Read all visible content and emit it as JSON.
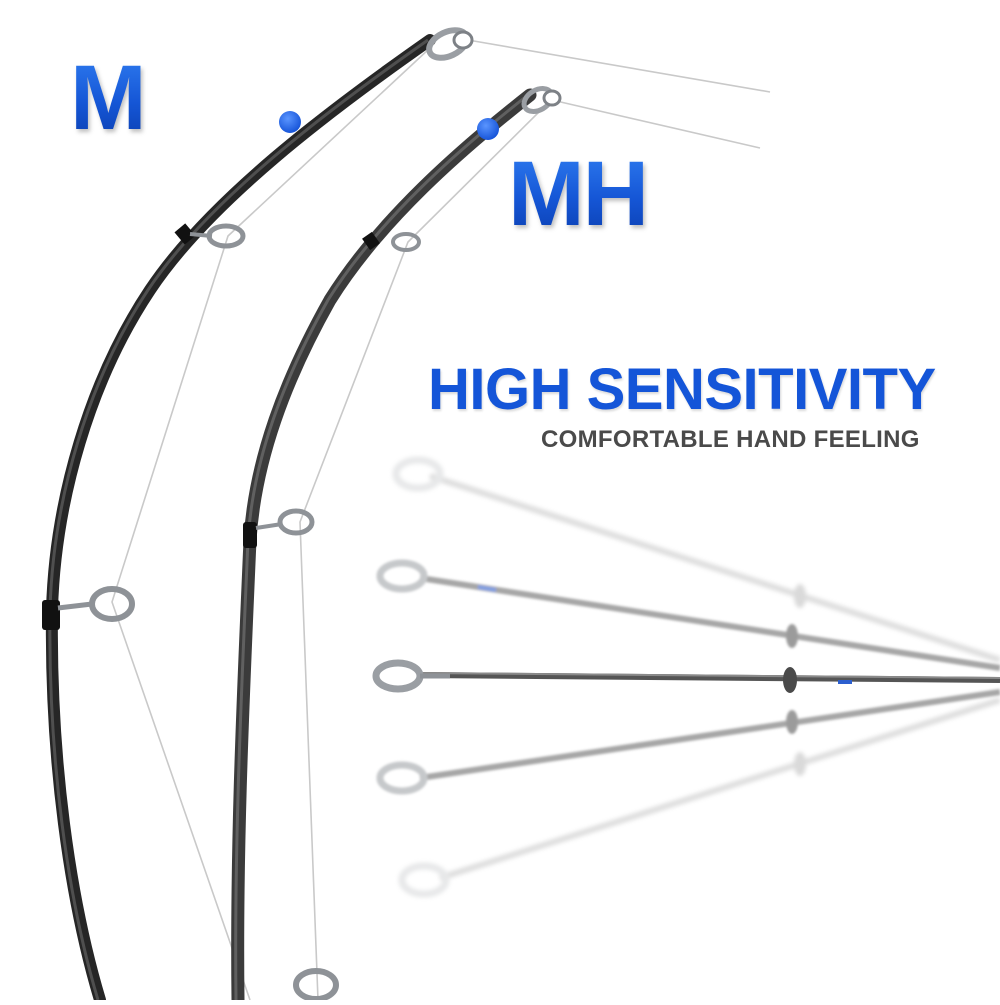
{
  "labels": {
    "rod_m": "M",
    "rod_mh": "MH"
  },
  "headline": "HIGH SENSITIVITY",
  "subheadline": "COMFORTABLE HAND FEELING",
  "colors": {
    "accent_blue": "#1455d8",
    "subtext_gray": "#4a4a4a",
    "rod_dark": "#3a3a3a",
    "rod_gray": "#5a5a5a",
    "guide_silver": "#b9bcc0",
    "marker_blue": "#1d63e8",
    "background": "#ffffff"
  }
}
